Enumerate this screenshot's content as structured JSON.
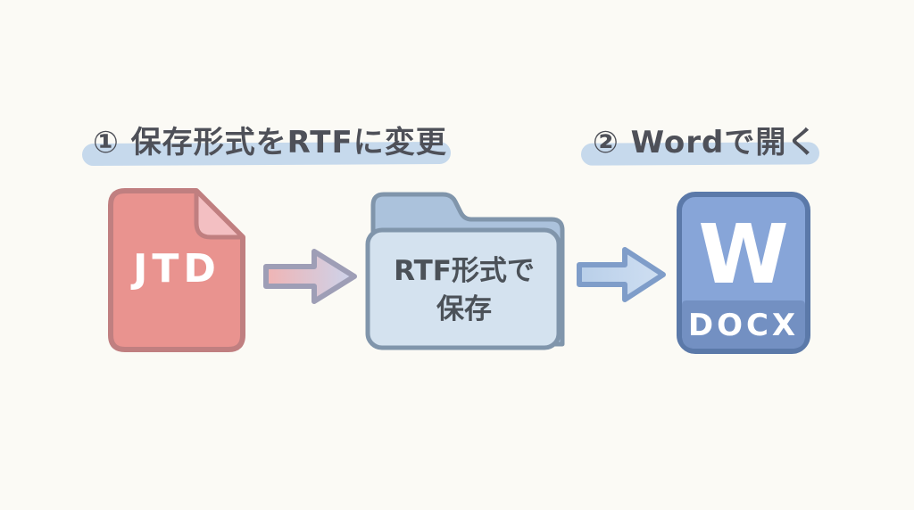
{
  "background": "#fbfaf5",
  "text_color": "#4e5058",
  "steps": {
    "step1": {
      "label": "① 保存形式をRTFに変更",
      "highlight_color": "#c6d9ec"
    },
    "step2": {
      "label": "② Wordで開く",
      "highlight_color": "#c6d9ec"
    }
  },
  "flow": {
    "jtd_file": {
      "label": "JTD",
      "body_color": "#e9938f",
      "fold_color": "#f3bfc2",
      "border_color": "#c07f80",
      "text_color": "#ffffff"
    },
    "arrow1": {
      "start_color": "#f0b4b4",
      "end_color": "#ccd4ec",
      "border_color": "#9e9eb6"
    },
    "folder": {
      "line1": "RTF形式で",
      "line2": "保存",
      "front_color": "#d4e2ef",
      "back_color": "#abc2dc",
      "border_color": "#8095ab",
      "text_color": "#4b5158"
    },
    "arrow2": {
      "start_color": "#b9cfe9",
      "end_color": "#cfdff2",
      "border_color": "#7f9dc9"
    },
    "word_file": {
      "letter": "W",
      "badge": "DOCX",
      "body_color": "#87a5d8",
      "band_color": "#7390c2",
      "border_color": "#5b79a9",
      "text_color": "#ffffff"
    }
  }
}
